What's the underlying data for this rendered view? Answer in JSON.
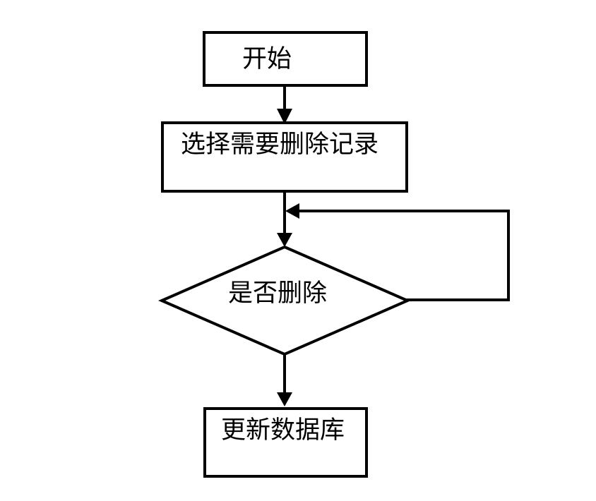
{
  "diagram": {
    "title": "delete-record-flowchart",
    "background_color": "#ffffff",
    "stroke_color": "#000000",
    "text_color": "#000000",
    "nodes": [
      {
        "id": "start",
        "type": "process",
        "label": "开始"
      },
      {
        "id": "select",
        "type": "process",
        "label": "选择需要删除记录"
      },
      {
        "id": "decision",
        "type": "decision",
        "label": "是否删除"
      },
      {
        "id": "update",
        "type": "process",
        "label": "更新数据库"
      }
    ],
    "edges": [
      {
        "from": "start",
        "to": "select",
        "style": "arrow-down"
      },
      {
        "from": "select",
        "to": "decision",
        "style": "arrow-down"
      },
      {
        "from": "decision",
        "to": "select-decision-arrow",
        "style": "loop-right-back"
      },
      {
        "from": "decision",
        "to": "update",
        "style": "arrow-down"
      }
    ]
  }
}
